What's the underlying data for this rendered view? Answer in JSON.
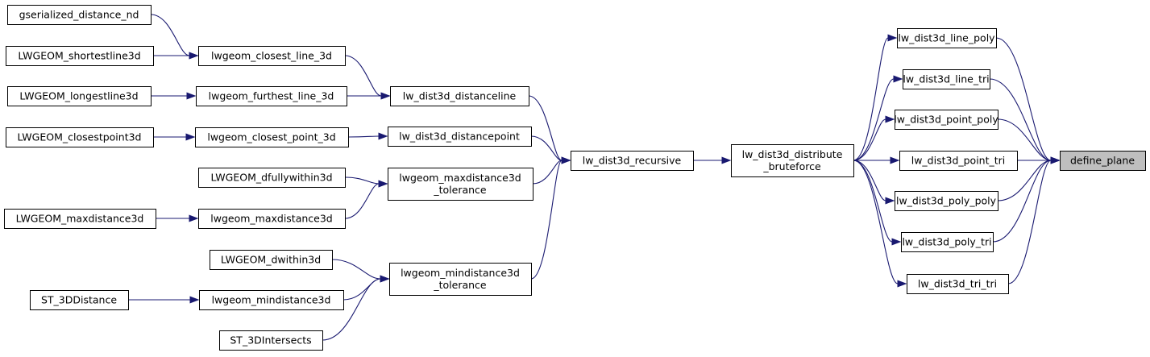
{
  "graph": {
    "nodes": [
      {
        "id": "define_plane",
        "lines": [
          "define_plane"
        ],
        "root": true
      },
      {
        "id": "line_poly",
        "lines": [
          "lw_dist3d_line_poly"
        ]
      },
      {
        "id": "line_tri",
        "lines": [
          "lw_dist3d_line_tri"
        ]
      },
      {
        "id": "point_poly",
        "lines": [
          "lw_dist3d_point_poly"
        ]
      },
      {
        "id": "point_tri",
        "lines": [
          "lw_dist3d_point_tri"
        ]
      },
      {
        "id": "poly_poly",
        "lines": [
          "lw_dist3d_poly_poly"
        ]
      },
      {
        "id": "poly_tri",
        "lines": [
          "lw_dist3d_poly_tri"
        ]
      },
      {
        "id": "tri_tri",
        "lines": [
          "lw_dist3d_tri_tri"
        ]
      },
      {
        "id": "distribute_bruteforce",
        "lines": [
          "lw_dist3d_distribute",
          "_bruteforce"
        ]
      },
      {
        "id": "recursive",
        "lines": [
          "lw_dist3d_recursive"
        ]
      },
      {
        "id": "distanceline",
        "lines": [
          "lw_dist3d_distanceline"
        ]
      },
      {
        "id": "distancepoint",
        "lines": [
          "lw_dist3d_distancepoint"
        ]
      },
      {
        "id": "maxdistance3d_tolerance",
        "lines": [
          "lwgeom_maxdistance3d",
          "_tolerance"
        ]
      },
      {
        "id": "mindistance3d_tolerance",
        "lines": [
          "lwgeom_mindistance3d",
          "_tolerance"
        ]
      },
      {
        "id": "closest_line_3d",
        "lines": [
          "lwgeom_closest_line_3d"
        ]
      },
      {
        "id": "furthest_line_3d",
        "lines": [
          "lwgeom_furthest_line_3d"
        ]
      },
      {
        "id": "closest_point_3d",
        "lines": [
          "lwgeom_closest_point_3d"
        ]
      },
      {
        "id": "dfullywithin3d",
        "lines": [
          "LWGEOM_dfullywithin3d"
        ]
      },
      {
        "id": "lwgeom_maxdistance3d",
        "lines": [
          "lwgeom_maxdistance3d"
        ]
      },
      {
        "id": "dwithin3d",
        "lines": [
          "LWGEOM_dwithin3d"
        ]
      },
      {
        "id": "lwgeom_mindistance3d",
        "lines": [
          "lwgeom_mindistance3d"
        ]
      },
      {
        "id": "st_3dintersects",
        "lines": [
          "ST_3DIntersects"
        ]
      },
      {
        "id": "gserialized_distance_nd",
        "lines": [
          "gserialized_distance_nd"
        ]
      },
      {
        "id": "shortestline3d",
        "lines": [
          "LWGEOM_shortestline3d"
        ]
      },
      {
        "id": "longestline3d",
        "lines": [
          "LWGEOM_longestline3d"
        ]
      },
      {
        "id": "closestpoint3d",
        "lines": [
          "LWGEOM_closestpoint3d"
        ]
      },
      {
        "id": "LWGEOM_maxdistance3d",
        "lines": [
          "LWGEOM_maxdistance3d"
        ]
      },
      {
        "id": "st_3ddistance",
        "lines": [
          "ST_3DDistance"
        ]
      }
    ],
    "edges": [
      [
        "line_poly",
        "define_plane"
      ],
      [
        "line_tri",
        "define_plane"
      ],
      [
        "point_poly",
        "define_plane"
      ],
      [
        "point_tri",
        "define_plane"
      ],
      [
        "poly_poly",
        "define_plane"
      ],
      [
        "poly_tri",
        "define_plane"
      ],
      [
        "tri_tri",
        "define_plane"
      ],
      [
        "distribute_bruteforce",
        "line_poly"
      ],
      [
        "distribute_bruteforce",
        "line_tri"
      ],
      [
        "distribute_bruteforce",
        "point_poly"
      ],
      [
        "distribute_bruteforce",
        "point_tri"
      ],
      [
        "distribute_bruteforce",
        "poly_poly"
      ],
      [
        "distribute_bruteforce",
        "poly_tri"
      ],
      [
        "distribute_bruteforce",
        "tri_tri"
      ],
      [
        "recursive",
        "distribute_bruteforce"
      ],
      [
        "distanceline",
        "recursive"
      ],
      [
        "distancepoint",
        "recursive"
      ],
      [
        "maxdistance3d_tolerance",
        "recursive"
      ],
      [
        "mindistance3d_tolerance",
        "recursive"
      ],
      [
        "closest_line_3d",
        "distanceline"
      ],
      [
        "furthest_line_3d",
        "distanceline"
      ],
      [
        "closest_point_3d",
        "distancepoint"
      ],
      [
        "dfullywithin3d",
        "maxdistance3d_tolerance"
      ],
      [
        "lwgeom_maxdistance3d",
        "maxdistance3d_tolerance"
      ],
      [
        "dwithin3d",
        "mindistance3d_tolerance"
      ],
      [
        "lwgeom_mindistance3d",
        "mindistance3d_tolerance"
      ],
      [
        "st_3dintersects",
        "mindistance3d_tolerance"
      ],
      [
        "gserialized_distance_nd",
        "closest_line_3d"
      ],
      [
        "shortestline3d",
        "closest_line_3d"
      ],
      [
        "longestline3d",
        "furthest_line_3d"
      ],
      [
        "closestpoint3d",
        "closest_point_3d"
      ],
      [
        "LWGEOM_maxdistance3d",
        "lwgeom_maxdistance3d"
      ],
      [
        "st_3ddistance",
        "lwgeom_mindistance3d"
      ]
    ]
  }
}
